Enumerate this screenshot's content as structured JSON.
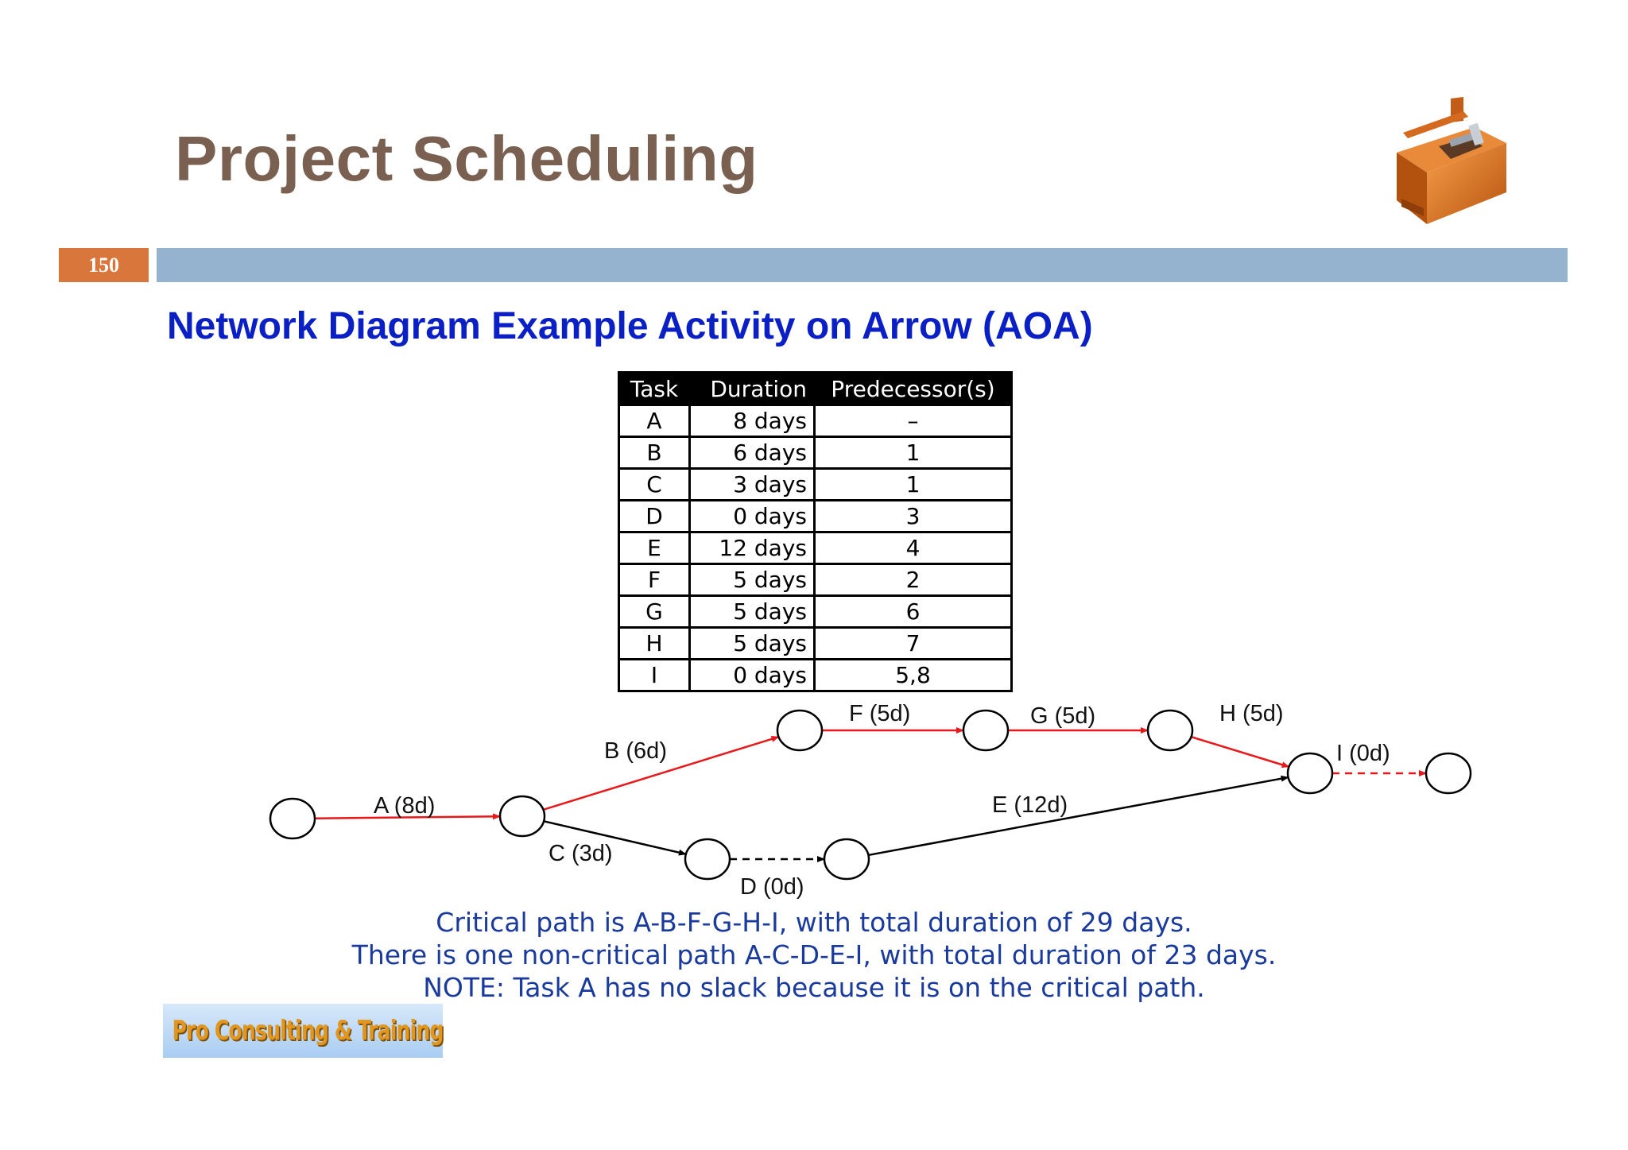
{
  "slide": {
    "title": "Project Scheduling",
    "number": "150",
    "subtitle": "Network Diagram Example Activity on Arrow (AOA)"
  },
  "table": {
    "headers": [
      "Task",
      "Duration",
      "Predecessor(s)"
    ],
    "rows": [
      {
        "task": "A",
        "duration": "8 days",
        "predecessors": "–"
      },
      {
        "task": "B",
        "duration": "6 days",
        "predecessors": "1"
      },
      {
        "task": "C",
        "duration": "3 days",
        "predecessors": "1"
      },
      {
        "task": "D",
        "duration": "0 days",
        "predecessors": "3"
      },
      {
        "task": "E",
        "duration": "12 days",
        "predecessors": "4"
      },
      {
        "task": "F",
        "duration": "5 days",
        "predecessors": "2"
      },
      {
        "task": "G",
        "duration": "5 days",
        "predecessors": "6"
      },
      {
        "task": "H",
        "duration": "5 days",
        "predecessors": "7"
      },
      {
        "task": "I",
        "duration": "0 days",
        "predecessors": "5,8"
      }
    ]
  },
  "diagram": {
    "nodes": [
      "1",
      "2",
      "3",
      "4",
      "5",
      "6",
      "7",
      "8",
      "9"
    ],
    "activities": [
      {
        "id": "A",
        "label": "A (8d)",
        "from": "1",
        "to": "2",
        "critical": true,
        "dummy": false
      },
      {
        "id": "B",
        "label": "B (6d)",
        "from": "2",
        "to": "3",
        "critical": true,
        "dummy": false
      },
      {
        "id": "C",
        "label": "C (3d)",
        "from": "2",
        "to": "4",
        "critical": false,
        "dummy": false
      },
      {
        "id": "D",
        "label": "D (0d)",
        "from": "4",
        "to": "5",
        "critical": false,
        "dummy": true
      },
      {
        "id": "E",
        "label": "E (12d)",
        "from": "5",
        "to": "8",
        "critical": false,
        "dummy": false
      },
      {
        "id": "F",
        "label": "F (5d)",
        "from": "3",
        "to": "6",
        "critical": true,
        "dummy": false
      },
      {
        "id": "G",
        "label": "G (5d)",
        "from": "6",
        "to": "7",
        "critical": true,
        "dummy": false
      },
      {
        "id": "H",
        "label": "H (5d)",
        "from": "7",
        "to": "8",
        "critical": true,
        "dummy": false
      },
      {
        "id": "I",
        "label": "I (0d)",
        "from": "8",
        "to": "9",
        "critical": true,
        "dummy": true
      }
    ],
    "colors": {
      "critical": "#e8191b",
      "normal": "#000000"
    }
  },
  "summary": {
    "line1": "Critical path is A-B-F-G-H-I, with total duration of 29 days.",
    "line2": "There is one non-critical path A-C-D-E-I, with total duration of 23 days.",
    "line3": "NOTE: Task A has no slack because it is on the critical path."
  },
  "branding": {
    "company": "Pro Consulting & Training",
    "logo_icon": "toolbox-icon"
  },
  "colors": {
    "title": "#7a6050",
    "number_badge": "#d9763b",
    "header_bar": "#95b3cf",
    "subtitle": "#0a20c4",
    "summary_text": "#1a3a9c"
  }
}
